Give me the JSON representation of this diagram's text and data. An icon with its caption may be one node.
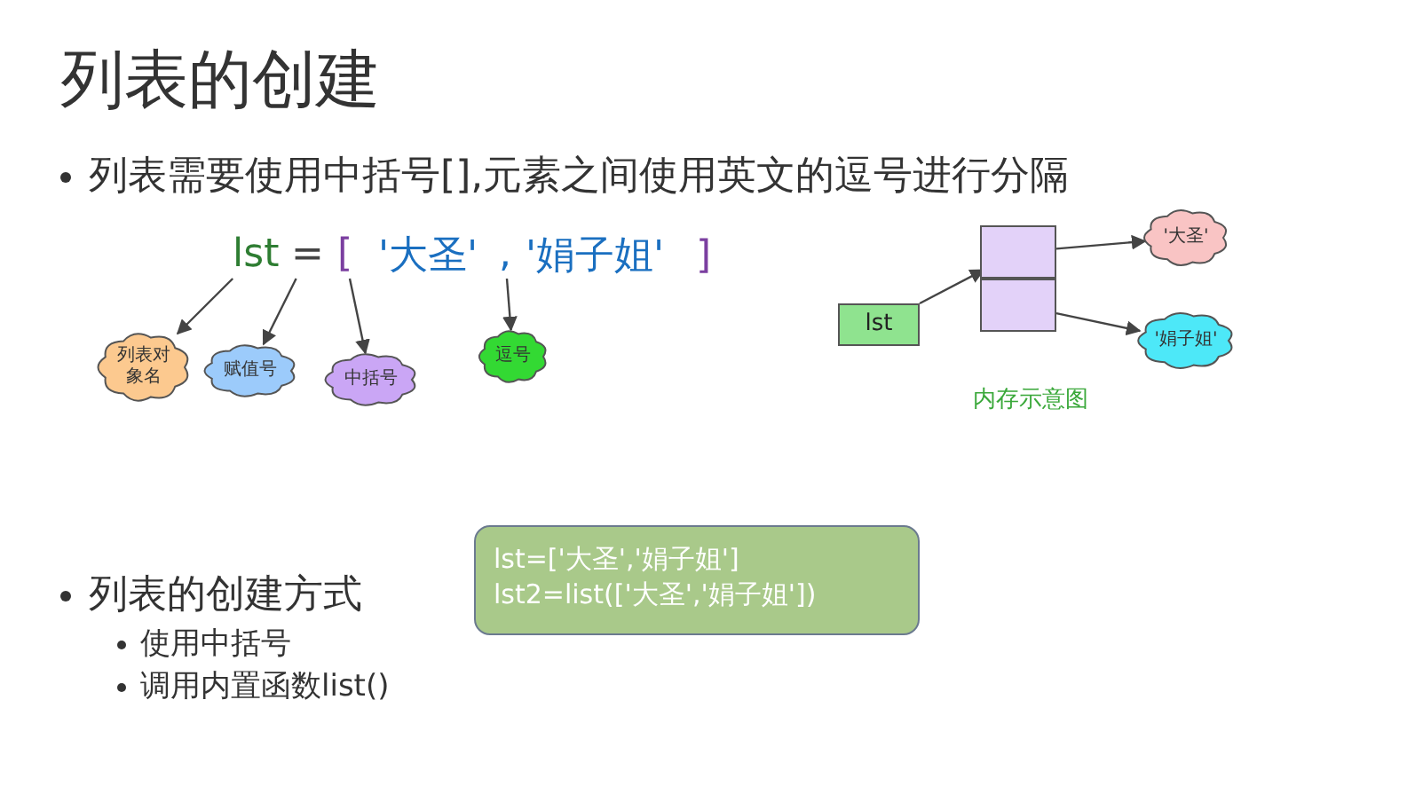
{
  "diagram": {
    "title": "列表的创建",
    "nodes": [
      {
        "text": [
          "lst"
        ]
      },
      {
        "text": [
          "="
        ]
      },
      {
        "text": [
          "["
        ]
      },
      {
        "text": [
          ","
        ]
      },
      {
        "text": [
          "列表对象名"
        ]
      },
      {
        "text": [
          "赋值号"
        ]
      },
      {
        "text": [
          "中括号"
        ]
      },
      {
        "text": [
          "逗号"
        ]
      },
      {
        "text": [
          "lst"
        ]
      },
      {
        "text": [],
        "shape": "box"
      },
      {
        "text": [],
        "shape": "box"
      },
      {
        "text": [
          "'大圣'"
        ]
      },
      {
        "text": [
          "'娟子姐'"
        ]
      },
      {
        "text": [
          "lst=['大圣','娟子姐']",
          "lst2=list(['大圣','娟子姐'])"
        ]
      }
    ],
    "edges": [
      {
        "from": 0,
        "to": 4,
        "arrow": "to"
      },
      {
        "from": 1,
        "to": 5,
        "arrow": "to"
      },
      {
        "from": 2,
        "to": 6,
        "arrow": "to"
      },
      {
        "from": 3,
        "to": 7,
        "arrow": "to"
      },
      {
        "from": 8,
        "to": 9,
        "arrow": "to"
      },
      {
        "from": 9,
        "to": 11,
        "arrow": "to"
      },
      {
        "from": 10,
        "to": 12,
        "arrow": "to"
      }
    ],
    "labels": [
      "列表需要使用中括号[],元素之间使用英文的逗号进行分隔",
      "'大圣'",
      "'娟子姐'",
      "]",
      "内存示意图",
      "列表的创建方式",
      "使用中括号",
      "调用内置函数list()"
    ]
  }
}
